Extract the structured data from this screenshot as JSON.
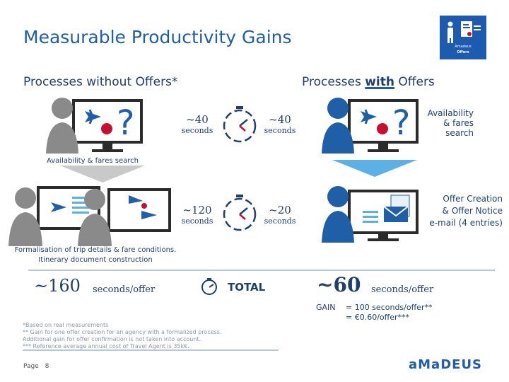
{
  "title": "Measurable Productivity Gains",
  "logo_badge": {
    "line1": "Amadeus",
    "line2": "Offers"
  },
  "left_header": "Processes without Offers*",
  "right_header": {
    "prefix": "Processes ",
    "emph": "with",
    "suffix": " Offers"
  },
  "row1": {
    "left_value": "~40",
    "left_unit": "seconds",
    "right_value": "~40",
    "right_unit": "seconds",
    "right_note": [
      "Availability",
      "& fares",
      "search"
    ],
    "left_caption": "Availability & fares search"
  },
  "row2": {
    "left_value": "~120",
    "left_unit": "seconds",
    "right_value": "~20",
    "right_unit": "seconds",
    "right_note": [
      "Offer Creation",
      "& Offer Notice",
      "e-mail (4 entries)"
    ],
    "left_caption": [
      "Formalisation of trip details & fare conditions.",
      "Itinerary document construction"
    ]
  },
  "total": {
    "left_value": "~160",
    "left_unit": "seconds/offer",
    "label": "TOTAL",
    "right_value": "~60",
    "right_unit": "seconds/offer",
    "gain_label": "GAIN",
    "gain_line1": "= 100 seconds/offer**",
    "gain_line2": "= €0.60/offer***"
  },
  "footnotes": [
    "*Based on real measurements",
    "** Gain for one offer creation for an agency with a formalized process.",
    "Additional gain for offer confirmation is not taken into account.",
    "*** Reference average annual cost of Travel Agent is 35k€."
  ],
  "page_label": "Page",
  "page_number": "8",
  "brand": "aMaDEUS",
  "colors": {
    "navy": "#1f3f6e",
    "blue": "#1f5fa8",
    "gray_person": "#8a8a8a",
    "accent_red": "#c8102e",
    "light_blue": "#5bb0e6"
  }
}
